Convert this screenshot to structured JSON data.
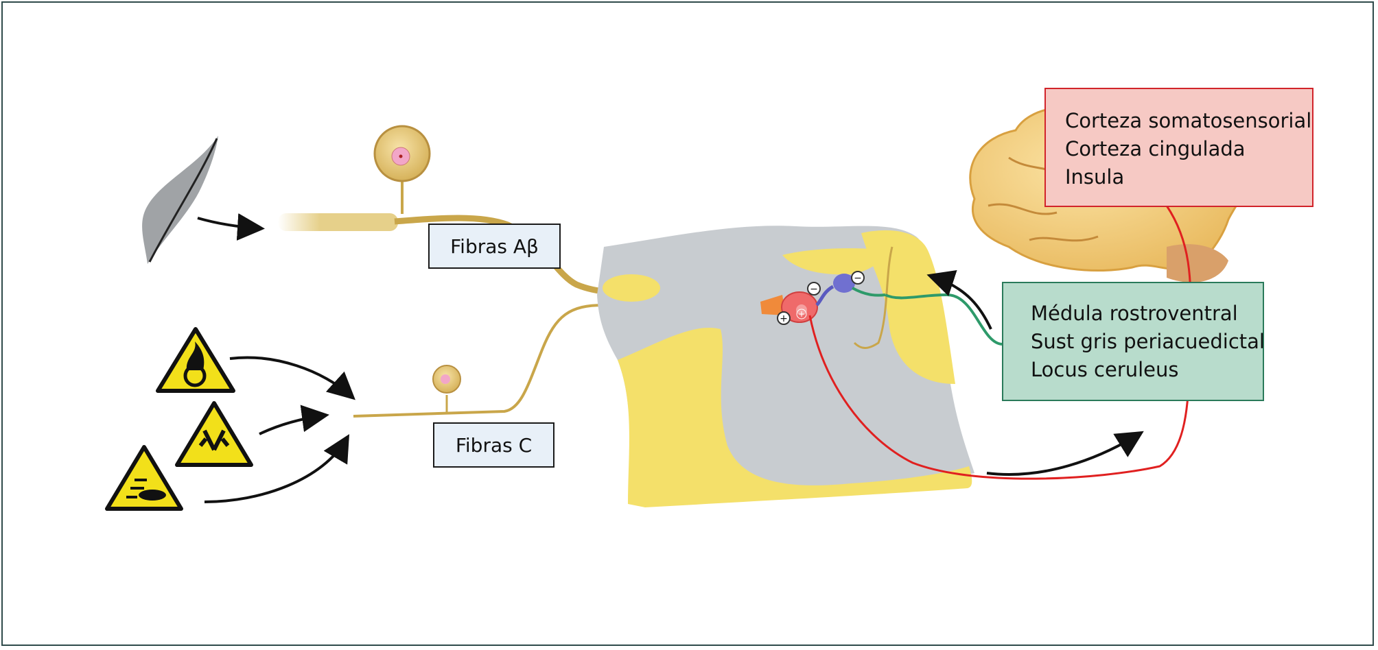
{
  "labels": {
    "fiber_abeta": "Fibras Aβ",
    "fiber_c": "Fibras C"
  },
  "cortical_box": {
    "lines": [
      "Corteza somatosensorial",
      "Corteza cingulada",
      "Insula"
    ]
  },
  "descending_box": {
    "lines": [
      "Médula rostroventral",
      "Sust gris periacuedictal",
      "Locus ceruleus"
    ]
  },
  "synapse_signs": [
    "−",
    "−",
    "+",
    "+"
  ],
  "colors": {
    "cortical_border": "#d1232a",
    "cortical_fill": "#f6c9c4",
    "descending_border": "#2a7a5a",
    "descending_fill": "#b8dccc",
    "fiber_label_fill": "#e8f0f8",
    "fiber": "#c9a64a",
    "spinal_grey": "#c8ccd0",
    "spinal_yellow": "#f4e06a",
    "ascending_path": "#e02020",
    "descending_path": "#2e9a6a",
    "hazard_yellow": "#f2e01a"
  },
  "icons": [
    "feather-icon",
    "fire-hazard-icon",
    "corrosive-hazard-icon",
    "chemical-hazard-icon",
    "brain-icon",
    "spinal-cord-icon"
  ]
}
